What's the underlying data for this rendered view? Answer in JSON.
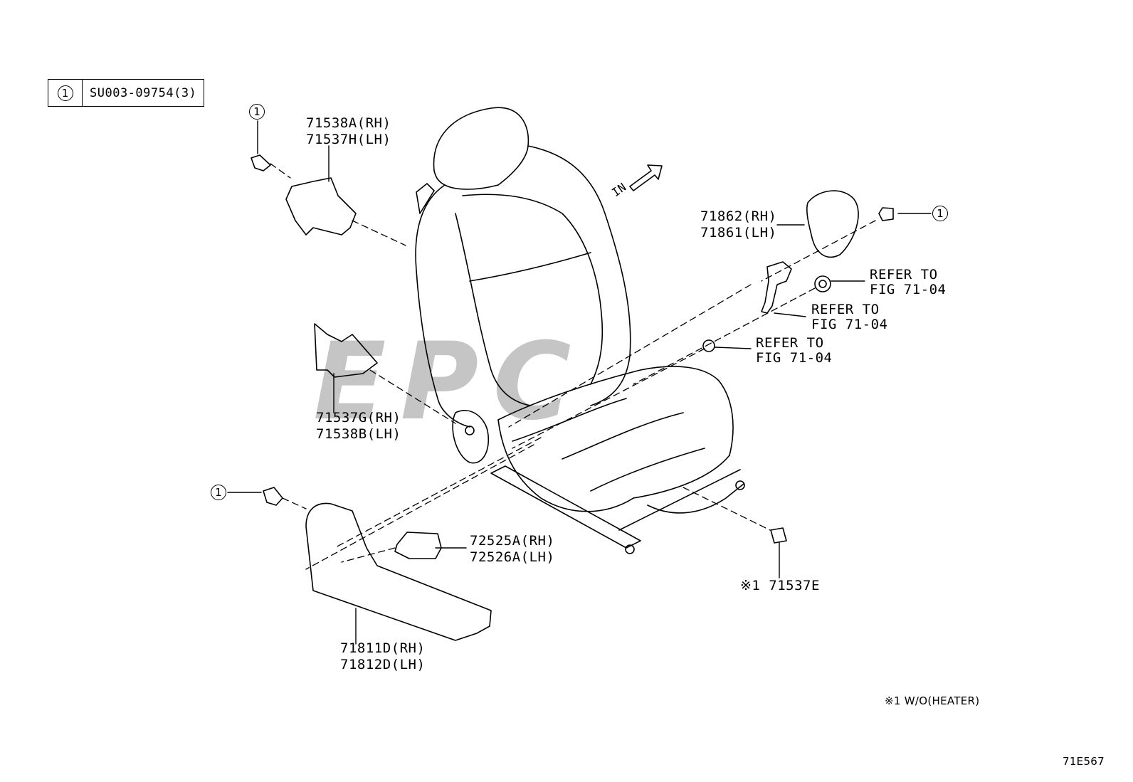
{
  "legend": {
    "symbol": "1",
    "code": "SU003-09754(3)"
  },
  "bolt_marker": "1",
  "direction_label": "IN",
  "watermark": "EPC",
  "parts": {
    "p71538a": "71538A(RH)",
    "p71537h": "71537H(LH)",
    "p71862": "71862(RH)",
    "p71861": "71861(LH)",
    "p71537g": "71537G(RH)",
    "p71538b": "71538B(LH)",
    "p72525a": "72525A(RH)",
    "p72526a": "72526A(LH)",
    "p71811d": "71811D(RH)",
    "p71812d": "71812D(LH)",
    "p71537e": "※1 71537E"
  },
  "refer_notes": [
    {
      "line1": "REFER TO",
      "line2": "FIG 71-04"
    },
    {
      "line1": "REFER TO",
      "line2": "FIG 71-04"
    },
    {
      "line1": "REFER TO",
      "line2": "FIG 71-04"
    }
  ],
  "footnote": "※1 W/O(HEATER)",
  "figure_code": "71E567"
}
